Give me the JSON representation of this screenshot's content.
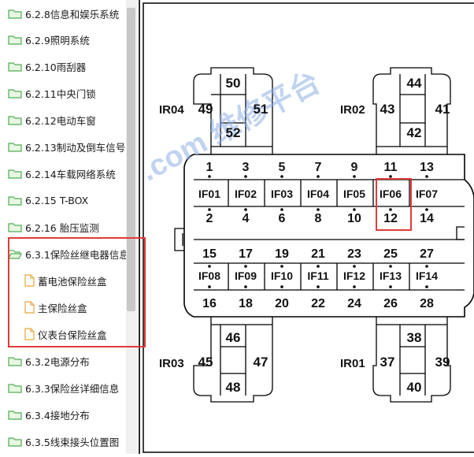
{
  "sidebar": {
    "items": [
      {
        "label": "6.2.8信息和娱乐系统",
        "icon": "folder-icon"
      },
      {
        "label": "6.2.9照明系统",
        "icon": "folder-icon"
      },
      {
        "label": "6.2.10雨刮器",
        "icon": "folder-icon"
      },
      {
        "label": "6.2.11中央门锁",
        "icon": "folder-icon"
      },
      {
        "label": "6.2.12电动车窗",
        "icon": "folder-icon"
      },
      {
        "label": "6.2.13制动及倒车信号",
        "icon": "folder-icon"
      },
      {
        "label": "6.2.14车载网络系统",
        "icon": "folder-icon"
      },
      {
        "label": "6.2.15 T-BOX",
        "icon": "folder-icon"
      },
      {
        "label": "6.2.16 胎压监测",
        "icon": "folder-icon"
      },
      {
        "label": "6.3.1保险丝继电器信息",
        "icon": "folder-open-icon"
      },
      {
        "label": "蓄电池保险丝盒",
        "icon": "document-icon"
      },
      {
        "label": "主保险丝盒",
        "icon": "document-icon"
      },
      {
        "label": "仪表台保险丝盒",
        "icon": "document-icon"
      },
      {
        "label": "6.3.2电源分布",
        "icon": "folder-icon"
      },
      {
        "label": "6.3.3保险丝详细信息",
        "icon": "folder-icon"
      },
      {
        "label": "6.3.4接地分布",
        "icon": "folder-icon"
      },
      {
        "label": "6.3.5线束接头位置图",
        "icon": "folder-icon"
      }
    ]
  },
  "diagram": {
    "watermark": ".com 维修平台",
    "connectors": {
      "ir04": "IR04",
      "ir02": "IR02",
      "ir03": "IR03",
      "ir01": "IR01"
    },
    "pins": {
      "p50": "50",
      "p49": "49",
      "p51": "51",
      "p52": "52",
      "p44": "44",
      "p43": "43",
      "p41": "41",
      "p42": "42",
      "p46": "46",
      "p45": "45",
      "p47": "47",
      "p48": "48",
      "p38": "38",
      "p37": "37",
      "p39": "39",
      "p40": "40"
    },
    "top_row": [
      "1",
      "3",
      "5",
      "7",
      "9",
      "11",
      "13"
    ],
    "fuse_row_1": [
      "IF01",
      "IF02",
      "IF03",
      "IF04",
      "IF05",
      "IF06",
      "IF07"
    ],
    "mid_row_1": [
      "2",
      "4",
      "6",
      "8",
      "10",
      "12",
      "14"
    ],
    "mid_row_2": [
      "15",
      "17",
      "19",
      "21",
      "23",
      "25",
      "27"
    ],
    "fuse_row_2": [
      "IF08",
      "IF09",
      "IF10",
      "IF11",
      "IF12",
      "IF13",
      "IF14"
    ],
    "bottom_row": [
      "16",
      "18",
      "20",
      "22",
      "24",
      "26",
      "28"
    ]
  },
  "colors": {
    "highlight": "#e03a3a",
    "folder": "#4caf50",
    "doc": "#e8a33a"
  }
}
